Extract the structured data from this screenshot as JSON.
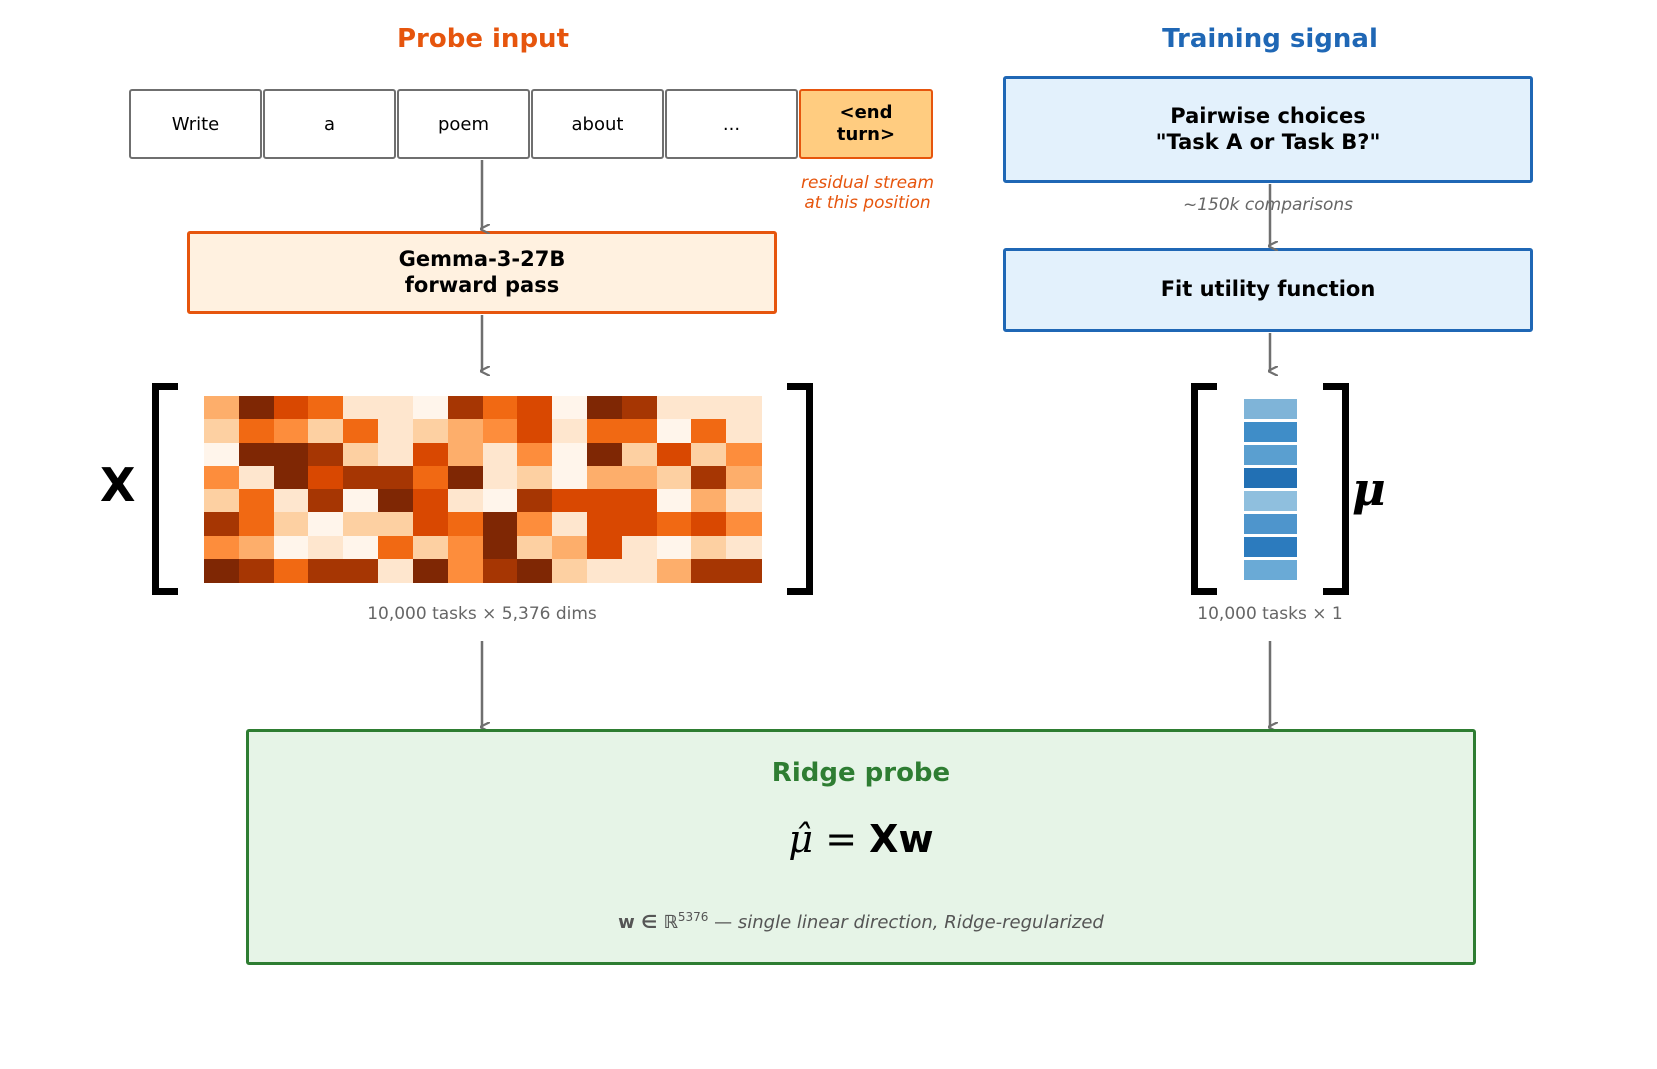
{
  "left": {
    "title": "Probe input",
    "title_color": "#e6550d",
    "tokens": [
      "Write",
      "a",
      "poem",
      "about",
      "...",
      "<end turn>"
    ],
    "token_note": "residual stream\nat this position",
    "model_box": "Gemma-3-27B\nforward pass",
    "matrix_label": "X",
    "matrix_caption": "10,000 tasks × 5,376 dims"
  },
  "right": {
    "title": "Training signal",
    "title_color": "#1f67b5",
    "choices_box": "Pairwise choices\n\"Task A or Task B?\"",
    "comparisons_note": "~150k comparisons",
    "utility_box": "Fit utility function",
    "vector_label": "μ",
    "vector_caption": "10,000 tasks × 1"
  },
  "bottom": {
    "title": "Ridge probe",
    "title_color": "#2e7d32",
    "equation_lhs": "μ̂",
    "equation_eq": "=",
    "equation_rhs": "Xw",
    "note_prefix": "w ∈ ℝ",
    "note_exp": "5376",
    "note_sep": " — ",
    "note_text": "single linear direction, Ridge-regularized"
  },
  "heatmap": {
    "rows": 8,
    "cols": 16,
    "palette": [
      "#fff5eb",
      "#fee6ce",
      "#fdd0a2",
      "#fdae6b",
      "#fd8d3c",
      "#f16913",
      "#d94801",
      "#a63603",
      "#7f2704"
    ],
    "levels": [
      [
        3,
        8,
        6,
        5,
        1,
        1,
        0,
        7,
        5,
        6,
        0,
        8,
        7,
        1,
        1,
        1
      ],
      [
        2,
        5,
        4,
        2,
        5,
        1,
        2,
        3,
        4,
        6,
        1,
        5,
        5,
        0,
        5,
        1
      ],
      [
        0,
        8,
        8,
        7,
        2,
        1,
        6,
        3,
        1,
        4,
        0,
        8,
        2,
        6,
        2,
        4
      ],
      [
        4,
        1,
        8,
        6,
        7,
        7,
        5,
        8,
        1,
        2,
        0,
        3,
        3,
        2,
        7,
        3
      ],
      [
        2,
        5,
        1,
        7,
        0,
        8,
        6,
        1,
        0,
        7,
        6,
        6,
        6,
        0,
        3,
        1
      ],
      [
        7,
        5,
        2,
        0,
        2,
        2,
        6,
        5,
        8,
        4,
        1,
        6,
        6,
        5,
        6,
        4
      ],
      [
        4,
        3,
        0,
        1,
        0,
        5,
        2,
        4,
        8,
        2,
        3,
        6,
        1,
        0,
        2,
        1
      ],
      [
        8,
        7,
        5,
        7,
        7,
        1,
        8,
        4,
        7,
        8,
        2,
        1,
        1,
        3,
        7,
        7
      ]
    ]
  },
  "vector": {
    "colors": [
      "#7fb4d8",
      "#3f8dc8",
      "#5a9fd0",
      "#2270b4",
      "#8fbfde",
      "#4e95cc",
      "#2c7bbe",
      "#6aaad6"
    ]
  }
}
